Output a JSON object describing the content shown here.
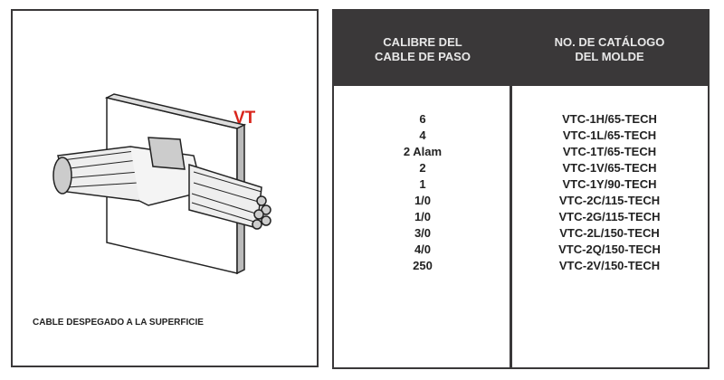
{
  "figure": {
    "label": "VT",
    "caption": "CABLE DESPEGADO A LA SUPERFICIE"
  },
  "table": {
    "headers": [
      "CALIBRE DEL\nCABLE DE PASO",
      "NO. DE CATÁLOGO\nDEL MOLDE"
    ],
    "header_lines": [
      [
        "CALIBRE DEL",
        "CABLE DE PASO"
      ],
      [
        "NO. DE CATÁLOGO",
        "DEL MOLDE"
      ]
    ],
    "rows": [
      [
        "6",
        "VTC-1H/65-TECH"
      ],
      [
        "4",
        "VTC-1L/65-TECH"
      ],
      [
        "2 Alam",
        "VTC-1T/65-TECH"
      ],
      [
        "2",
        "VTC-1V/65-TECH"
      ],
      [
        "1",
        "VTC-1Y/90-TECH"
      ],
      [
        "1/0",
        "VTC-2C/115-TECH"
      ],
      [
        "1/0",
        "VTC-2G/115-TECH"
      ],
      [
        "3/0",
        "VTC-2L/150-TECH"
      ],
      [
        "4/0",
        "VTC-2Q/150-TECH"
      ],
      [
        "250",
        "VTC-2V/150-TECH"
      ]
    ]
  },
  "colors": {
    "header_bg": "#3a3839",
    "accent": "#d9251c"
  }
}
